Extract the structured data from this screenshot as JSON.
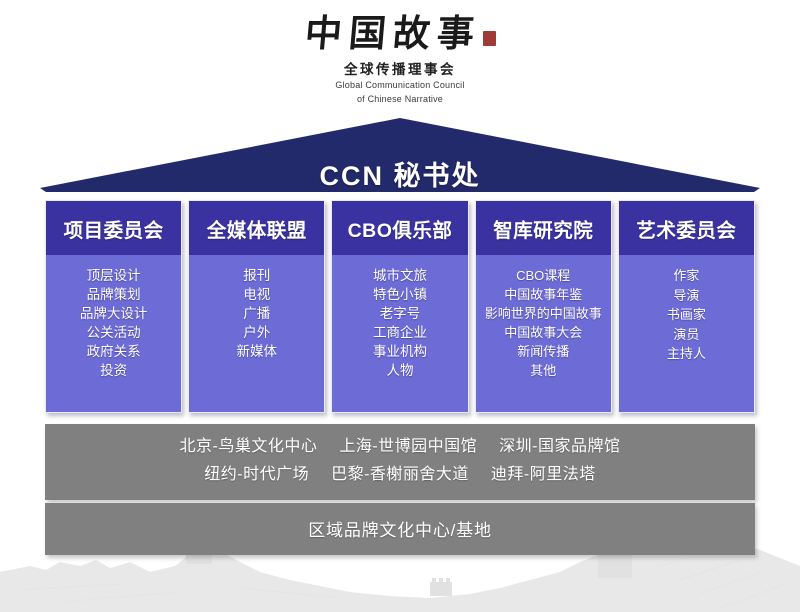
{
  "logo": {
    "calligraphy": "中国故事",
    "seal_icon": "red-seal-stamp-icon",
    "chinese_subtitle": "全球传播理事会",
    "english_line1": "Global Communication Council",
    "english_line2": "of Chinese Narrative"
  },
  "roof": {
    "title": "CCN 秘书处",
    "fill_color": "#232a6b"
  },
  "colors": {
    "header_indigo": "#3a32a0",
    "body_periwinkle": "#6d6bd6",
    "bar_gray": "#808080",
    "seal_red": "#9e3b35"
  },
  "columns": [
    {
      "header": "项目委员会",
      "items": [
        "顶层设计",
        "品牌策划",
        "品牌大设计",
        "公关活动",
        "政府关系",
        "投资"
      ]
    },
    {
      "header": "全媒体联盟",
      "items": [
        "报刊",
        "电视",
        "广播",
        "户外",
        "新媒体"
      ]
    },
    {
      "header": "CBO俱乐部",
      "items": [
        "城市文旅",
        "特色小镇",
        "老字号",
        "工商企业",
        "事业机构",
        "人物"
      ]
    },
    {
      "header": "智库研究院",
      "items": [
        "CBO课程",
        "中国故事年鉴",
        "影响世界的中国故事",
        "中国故事大会",
        "新闻传播",
        "其他"
      ]
    },
    {
      "header": "艺术委员会",
      "items": [
        "作家",
        "导演",
        "书画家",
        "演员",
        "主持人"
      ]
    }
  ],
  "cities_bar": {
    "line1": [
      "北京-鸟巢文化中心",
      "上海-世博园中国馆",
      "深圳-国家品牌馆"
    ],
    "line2": [
      "纽约-时代广场",
      "巴黎-香榭丽舍大道",
      "迪拜-阿里法塔"
    ]
  },
  "base_bar": {
    "text": "区域品牌文化中心/基地"
  },
  "background": {
    "watermark_icon": "great-wall-watermark-icon"
  }
}
